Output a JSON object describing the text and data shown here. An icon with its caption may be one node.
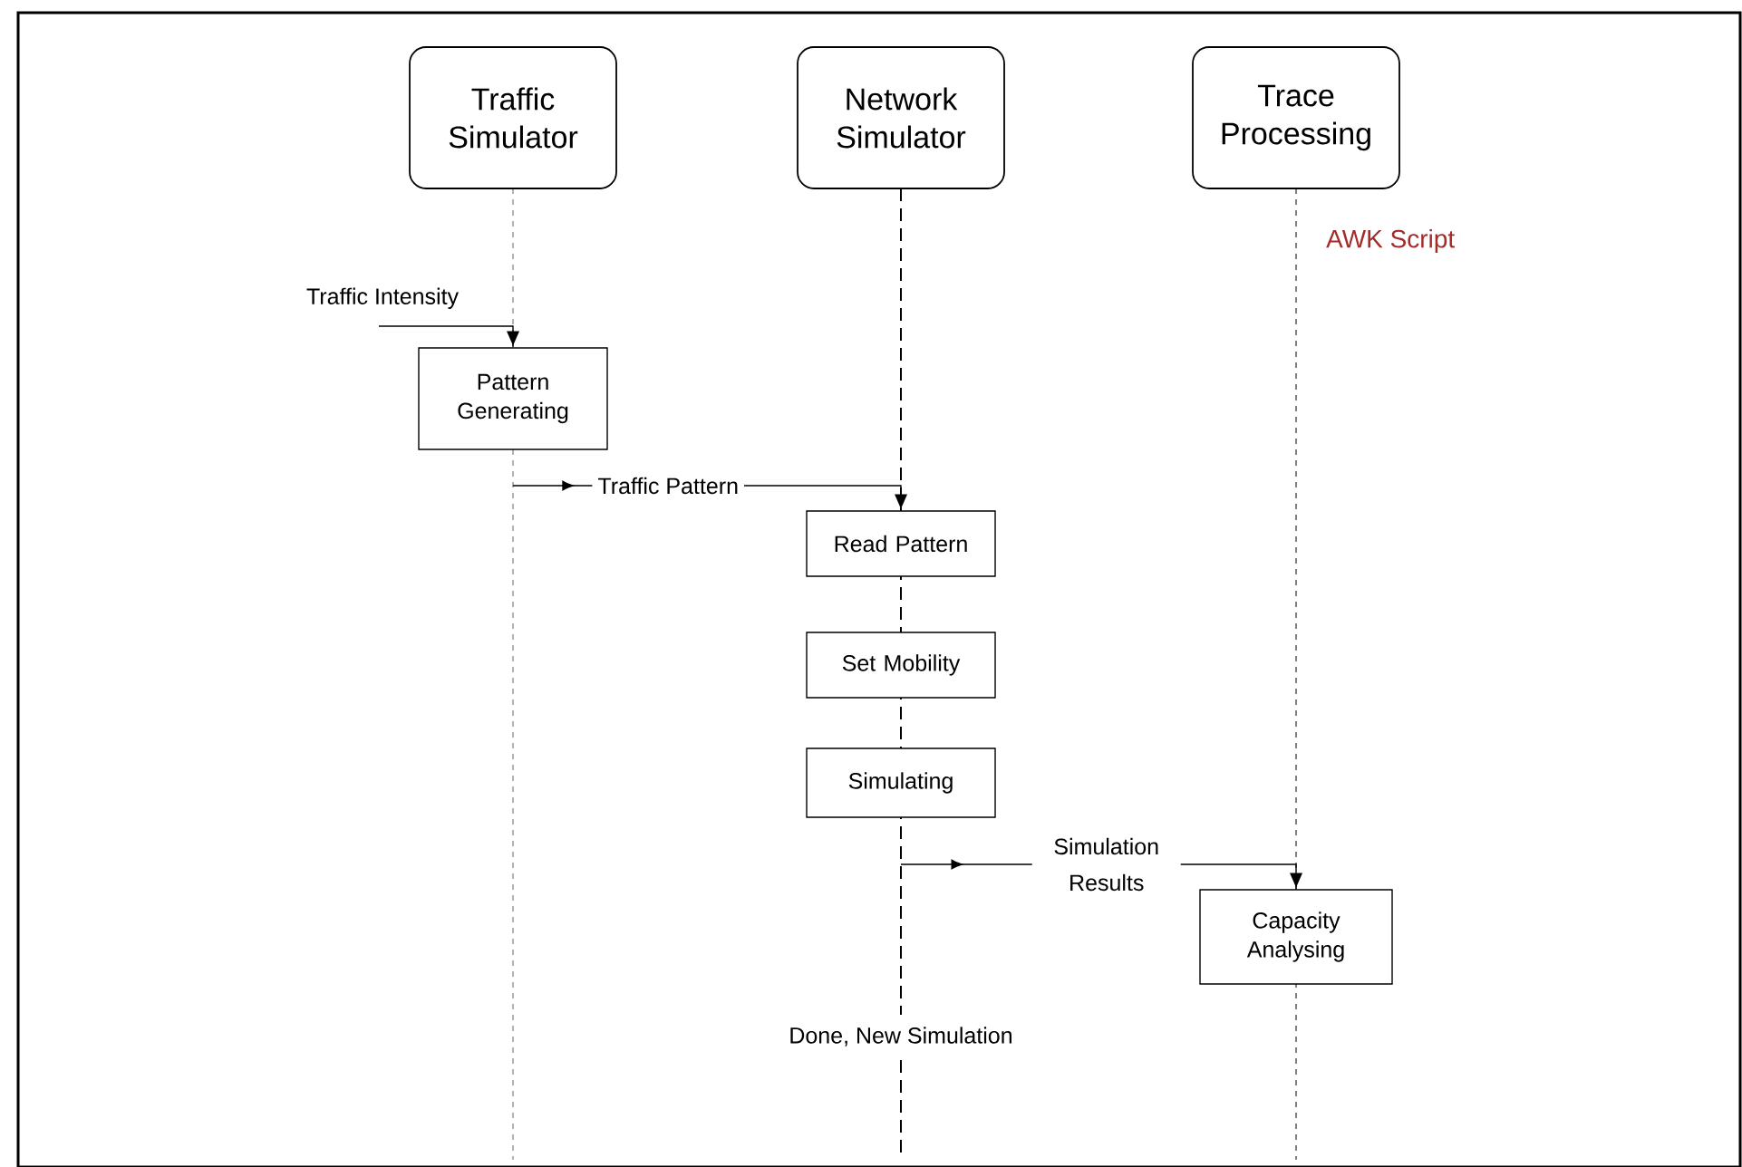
{
  "diagram": {
    "nodes": [
      {
        "text": [
          "Traffic Simulator"
        ]
      },
      {
        "text": [
          "Network Simulator"
        ]
      },
      {
        "text": [
          "Trace Processing"
        ]
      },
      {
        "text": [
          "Pattern Generating"
        ]
      },
      {
        "text": [
          "Read Pattern"
        ]
      },
      {
        "text": [
          "Set Mobility"
        ]
      },
      {
        "text": [
          "Simulating"
        ]
      },
      {
        "text": [
          "Capacity Analysing"
        ]
      }
    ],
    "edges": [
      {
        "from": null,
        "to": 3,
        "arrow": "to",
        "label": "Traffic Intensity"
      },
      {
        "from": 3,
        "to": 4,
        "arrow": "to",
        "label": "Traffic Pattern"
      },
      {
        "from": 6,
        "to": 7,
        "arrow": "to",
        "label": "Simulation Results"
      }
    ],
    "labels": [
      "AWK Script",
      "Done, New Simulation"
    ]
  }
}
